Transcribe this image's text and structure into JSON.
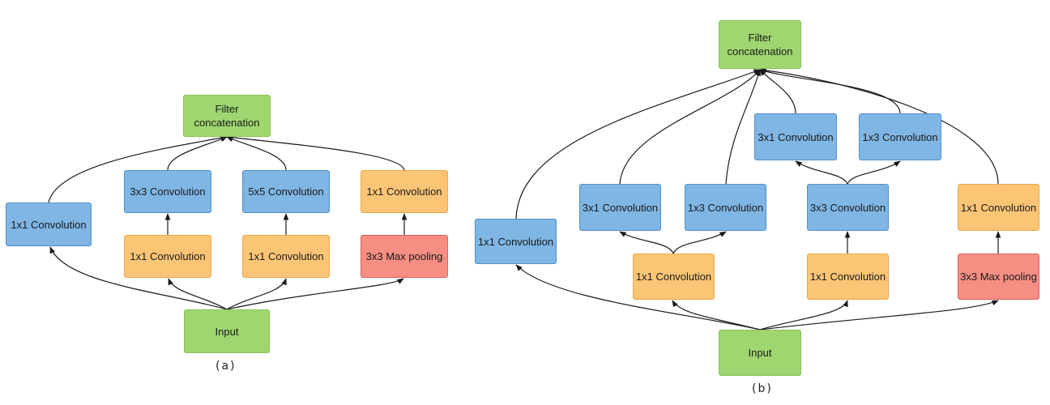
{
  "diagrams": [
    {
      "caption": "(a)",
      "nodes": {
        "filter": "Filter\nconcatenation",
        "input": "Input",
        "b1_conv1x1": "1x1 Convolution",
        "b2_conv3x3": "3x3 Convolution",
        "b2_conv1x1": "1x1 Convolution",
        "b3_conv5x5": "5x5 Convolution",
        "b3_conv1x1": "1x1 Convolution",
        "b4_conv1x1": "1x1 Convolution",
        "b4_maxpool": "3x3 Max pooling"
      }
    },
    {
      "caption": "(b)",
      "nodes": {
        "filter": "Filter\nconcatenation",
        "input": "Input",
        "b1_conv1x1": "1x1 Convolution",
        "b2_conv3x1": "3x1 Convolution",
        "b2_conv1x3": "1x3 Convolution",
        "b2_conv1x1": "1x1 Convolution",
        "b3_conv3x1": "3x1 Convolution",
        "b3_conv1x3": "1x3 Convolution",
        "b3_conv3x3": "3x3 Convolution",
        "b3_conv1x1": "1x1 Convolution",
        "b4_conv1x1": "1x1 Convolution",
        "b4_maxpool": "3x3 Max pooling"
      }
    }
  ],
  "colors": {
    "input_and_output": "#9fd66f",
    "convolution": "#7fb6e4",
    "reduction_1x1": "#fcc576",
    "pooling": "#f68e84",
    "edge": "#1a1a1a"
  }
}
